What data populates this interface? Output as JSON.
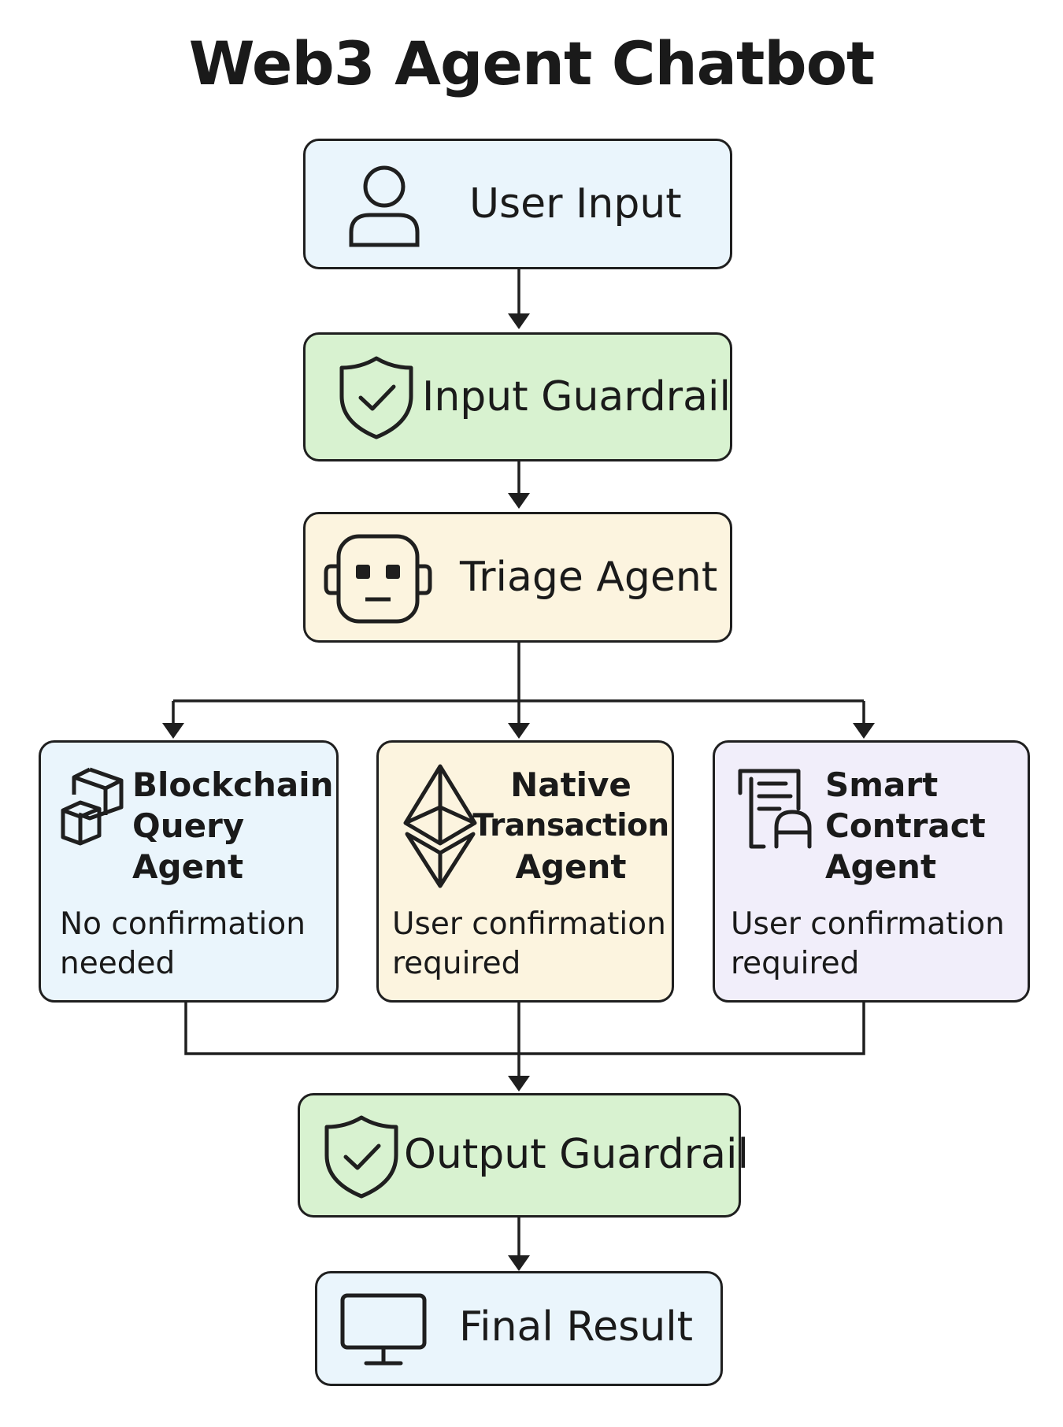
{
  "title": "Web3 Agent Chatbot",
  "nodes": {
    "user_input": {
      "label": "User Input",
      "icon": "user-icon"
    },
    "input_guardrail": {
      "label": "Input Guardrail",
      "icon": "shield-check-icon"
    },
    "triage_agent": {
      "label": "Triage Agent",
      "icon": "robot-icon"
    },
    "blockchain_query_agent": {
      "title_lines": [
        "Blockchain",
        "Query",
        "Agent"
      ],
      "note_lines": [
        "No confirmation",
        "needed"
      ],
      "icon": "blocks-icon"
    },
    "native_transaction_agent": {
      "title_lines": [
        "Native",
        "Transaction",
        "Agent"
      ],
      "note_lines": [
        "User confirmation",
        "required"
      ],
      "icon": "ethereum-icon"
    },
    "smart_contract_agent": {
      "title_lines": [
        "Smart",
        "Contract",
        "Agent"
      ],
      "note_lines": [
        "User confirmation",
        "required"
      ],
      "icon": "contract-icon"
    },
    "output_guardrail": {
      "label": "Output Guardrail",
      "icon": "shield-check-icon"
    },
    "final_result": {
      "label": "Final Result",
      "icon": "monitor-icon"
    }
  },
  "colors": {
    "blue": "#eaf5fc",
    "green": "#d8f2d0",
    "cream": "#fcf4df",
    "lilac": "#f1eefa",
    "stroke": "#1f1f1f"
  }
}
